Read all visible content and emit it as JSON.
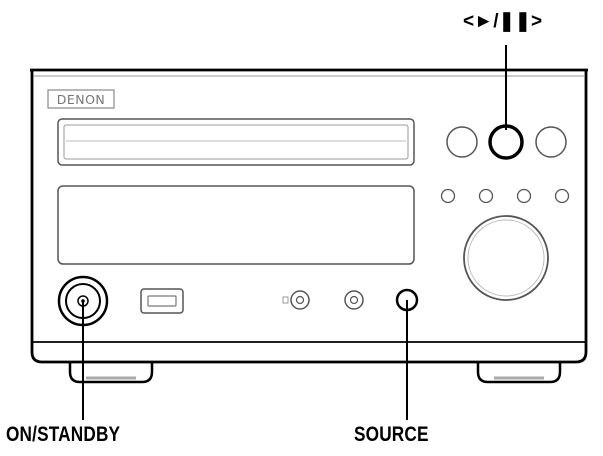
{
  "device": {
    "brand": "DENON"
  },
  "callouts": {
    "play_pause": "<►/❚❚>",
    "on_standby": "ON/STANDBY",
    "source": "SOURCE"
  },
  "colors": {
    "line": "#000000",
    "panel_bg": "#ffffff",
    "brand_text": "#777777"
  }
}
